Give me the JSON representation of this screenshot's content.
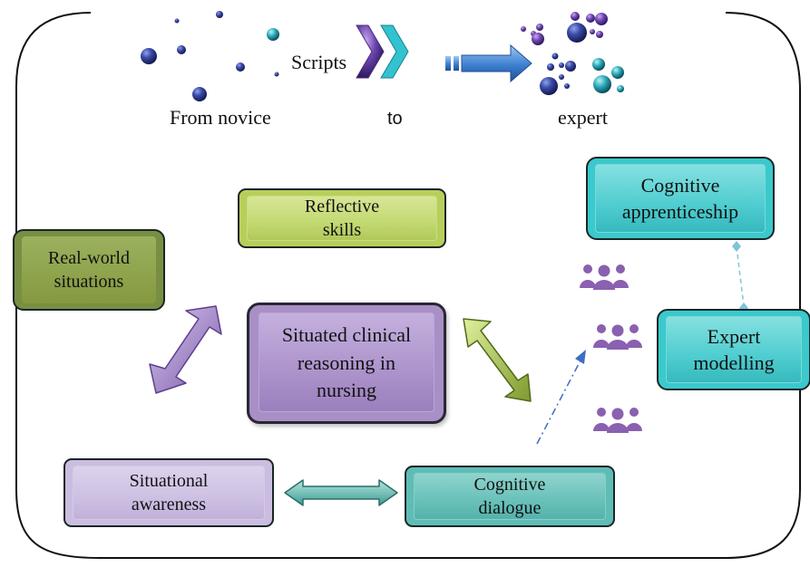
{
  "header": {
    "label_novice": "From novice",
    "label_scripts": "Scripts",
    "label_to": "to",
    "label_expert": "expert"
  },
  "boxes": {
    "reflective_skills": {
      "line1": "Reflective",
      "line2": "skills"
    },
    "real_world": {
      "line1": "Real-world",
      "line2": "situations"
    },
    "center": {
      "line1": "Situated clinical",
      "line2": "reasoning in",
      "line3": "nursing"
    },
    "situational_awareness": {
      "line1": "Situational",
      "line2": "awareness"
    },
    "cognitive_dialogue": {
      "line1": "Cognitive",
      "line2": "dialogue"
    },
    "cognitive_apprenticeship": {
      "line1": "Cognitive",
      "line2": "apprenticeship"
    },
    "expert_modelling": {
      "line1": "Expert",
      "line2": "modelling"
    }
  },
  "colors": {
    "green": "#b7cf5a",
    "dark_green": "#788f43",
    "purple": "#a88fc6",
    "lavender": "#cbbde0",
    "teal": "#5fbdb6",
    "cyan": "#3ac9cc",
    "people": "#8a60b0",
    "dots_blue": "#3a3f95"
  },
  "icons": [
    "group-people-icon",
    "group-people-icon",
    "group-people-icon"
  ]
}
